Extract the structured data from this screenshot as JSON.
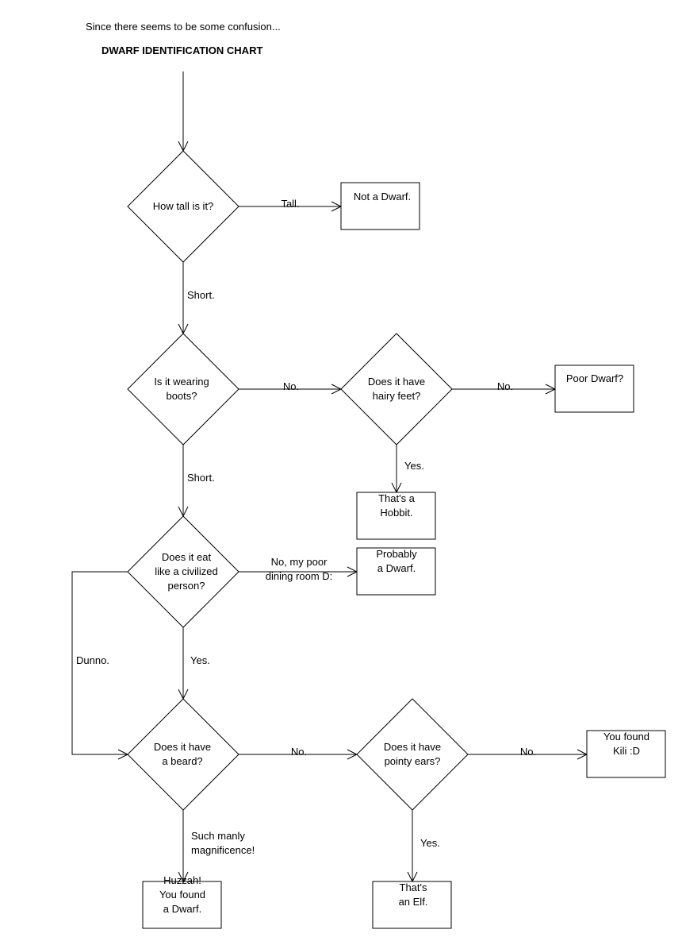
{
  "intro": "Since there seems to be some confusion...",
  "title": "DWARF IDENTIFICATION CHART",
  "decisions": {
    "tall": [
      "How tall is it?"
    ],
    "boots": [
      "Is it wearing",
      "boots?"
    ],
    "eat": [
      "Does it eat",
      "like a civilized",
      "person?"
    ],
    "beard": [
      "Does it have",
      "a beard?"
    ],
    "feet": [
      "Does it have",
      "hairy feet?"
    ],
    "ears": [
      "Does it have",
      "pointy ears?"
    ]
  },
  "outcomes": {
    "not_dwarf": [
      "Not a Dwarf."
    ],
    "poor_dwarf": [
      "Poor Dwarf?"
    ],
    "hobbit": [
      "That's a",
      "Hobbit."
    ],
    "probably_dwarf": [
      "Probably",
      "a Dwarf."
    ],
    "kili": [
      "You found",
      "Kili :D"
    ],
    "found_dwarf": [
      "Huzzah!",
      "You found",
      "a Dwarf."
    ],
    "elf": [
      "That's",
      "an Elf."
    ]
  },
  "edge_labels": {
    "tall_yes": [
      "Tall."
    ],
    "tall_short": [
      "Short."
    ],
    "boots_no": [
      "No."
    ],
    "boots_short": [
      "Short."
    ],
    "feet_no": [
      "No."
    ],
    "feet_yes": [
      "Yes."
    ],
    "eat_no": [
      "No, my poor",
      "dining room D:"
    ],
    "eat_yes": [
      "Yes."
    ],
    "eat_dunno": [
      "Dunno."
    ],
    "beard_no": [
      "No."
    ],
    "beard_yes": [
      "Such manly",
      "magnificence!"
    ],
    "ears_no": [
      "No."
    ],
    "ears_yes": [
      "Yes."
    ]
  }
}
